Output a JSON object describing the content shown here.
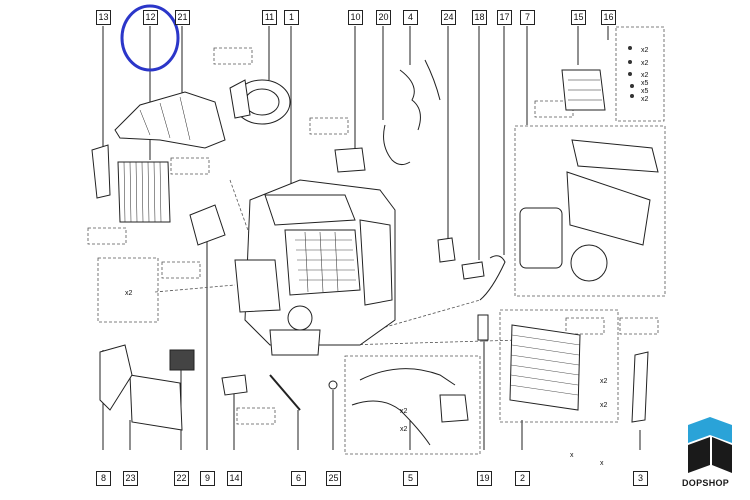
{
  "callouts": [
    {
      "id": "13",
      "text": "13"
    },
    {
      "id": "12",
      "text": "12"
    },
    {
      "id": "21",
      "text": "21"
    },
    {
      "id": "11",
      "text": "11"
    },
    {
      "id": "1",
      "text": "1"
    },
    {
      "id": "10",
      "text": "10"
    },
    {
      "id": "20",
      "text": "20"
    },
    {
      "id": "4",
      "text": "4"
    },
    {
      "id": "24",
      "text": "24"
    },
    {
      "id": "18",
      "text": "18"
    },
    {
      "id": "17",
      "text": "17"
    },
    {
      "id": "7",
      "text": "7"
    },
    {
      "id": "15",
      "text": "15"
    },
    {
      "id": "16",
      "text": "16"
    },
    {
      "id": "8",
      "text": "8"
    },
    {
      "id": "23",
      "text": "23"
    },
    {
      "id": "22",
      "text": "22"
    },
    {
      "id": "9",
      "text": "9"
    },
    {
      "id": "14",
      "text": "14"
    },
    {
      "id": "6",
      "text": "6"
    },
    {
      "id": "25",
      "text": "25"
    },
    {
      "id": "5",
      "text": "5"
    },
    {
      "id": "19",
      "text": "19"
    },
    {
      "id": "2",
      "text": "2"
    },
    {
      "id": "3",
      "text": "3"
    }
  ],
  "quantity_notes": {
    "x2": "x2",
    "x5": "x5",
    "x": "x"
  },
  "brand": {
    "name": "DOPSHOP"
  },
  "colors": {
    "line": "#222222",
    "highlight_circle": "#2b36c9",
    "logo_blue": "#2aa3d8",
    "logo_dark": "#1a1a1a"
  },
  "highlight": {
    "target": "12"
  }
}
